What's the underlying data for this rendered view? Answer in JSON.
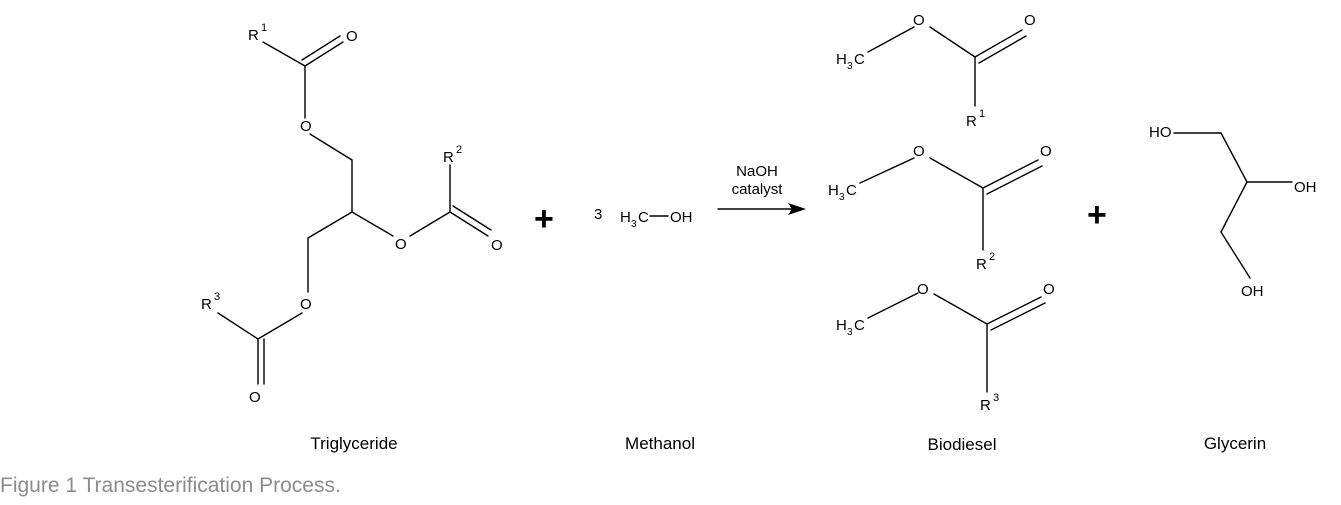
{
  "caption": "Figure 1 Transesterification Process.",
  "labels": {
    "triglyceride": "Triglyceride",
    "methanol": "Methanol",
    "biodiesel": "Biodiesel",
    "glycerin": "Glycerin"
  },
  "reaction": {
    "plus": "+",
    "coefficient": "3",
    "condition_reagent": "NaOH",
    "condition_text": "catalyst"
  },
  "atoms": {
    "R": "R",
    "O": "O",
    "H": "H",
    "C": "C",
    "OH": "OH",
    "HO": "HO",
    "sub3": "3",
    "sup1": "1",
    "sup2": "2",
    "sup3": "3"
  }
}
